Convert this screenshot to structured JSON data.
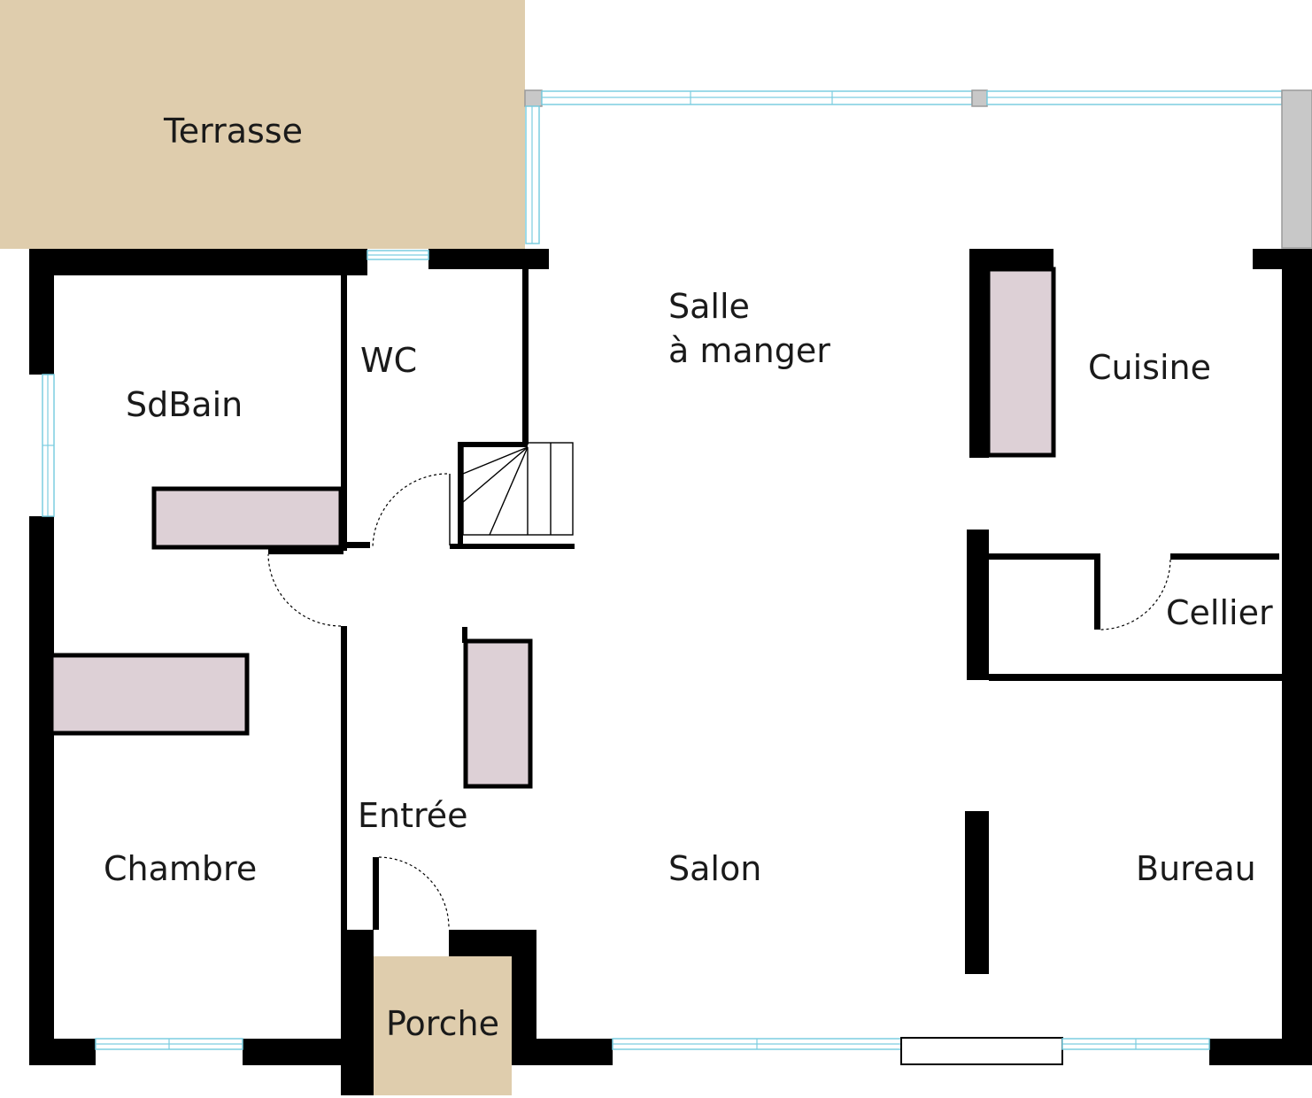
{
  "colors": {
    "zone": "#dfcdad",
    "furniture": "#ddd0d6",
    "glass": "#7ccde0",
    "wall": "#000000"
  },
  "rooms": {
    "terrasse": "Terrasse",
    "salle_line1": "Salle",
    "salle_line2": "à manger",
    "wc": "WC",
    "sdbain": "SdBain",
    "cuisine": "Cuisine",
    "cellier": "Cellier",
    "entree": "Entrée",
    "chambre": "Chambre",
    "salon": "Salon",
    "bureau": "Bureau",
    "porche": "Porche"
  }
}
